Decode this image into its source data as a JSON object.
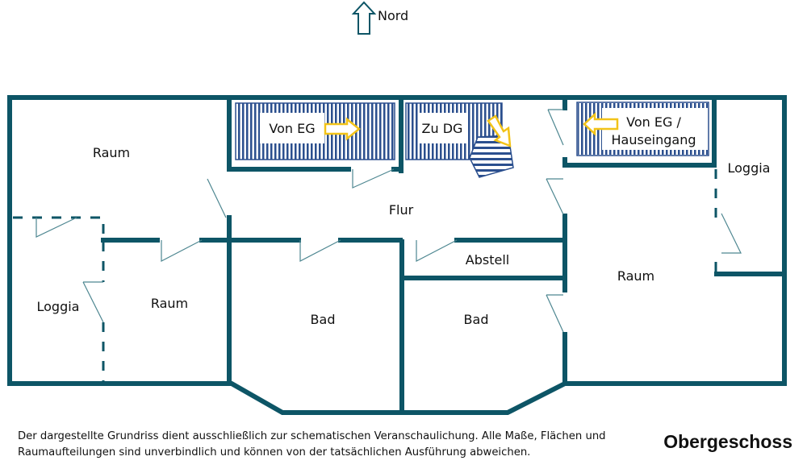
{
  "compass": {
    "label": "Nord"
  },
  "rooms": {
    "raum_top_left": "Raum",
    "loggia_left": "Loggia",
    "raum_left": "Raum",
    "flur": "Flur",
    "bad_1": "Bad",
    "abstell": "Abstell",
    "bad_2": "Bad",
    "raum_right": "Raum",
    "loggia_right": "Loggia"
  },
  "stairs": {
    "stair_1": "Von EG",
    "stair_2": "Zu DG",
    "stair_3_line1": "Von EG /",
    "stair_3_line2": "Hauseingang"
  },
  "footer": {
    "disclaimer": "Der dargestellte Grundriss dient ausschließlich zur schematischen Veranschaulichung. Alle Maße, Flächen und Raumaufteilungen sind unverbindlich und können von der tatsächlichen Ausführung abweichen.",
    "floor_title": "Obergeschoss"
  },
  "colors": {
    "wall": "#0d5566",
    "stair": "#2b4f8e",
    "arrow": "#f2c318"
  }
}
